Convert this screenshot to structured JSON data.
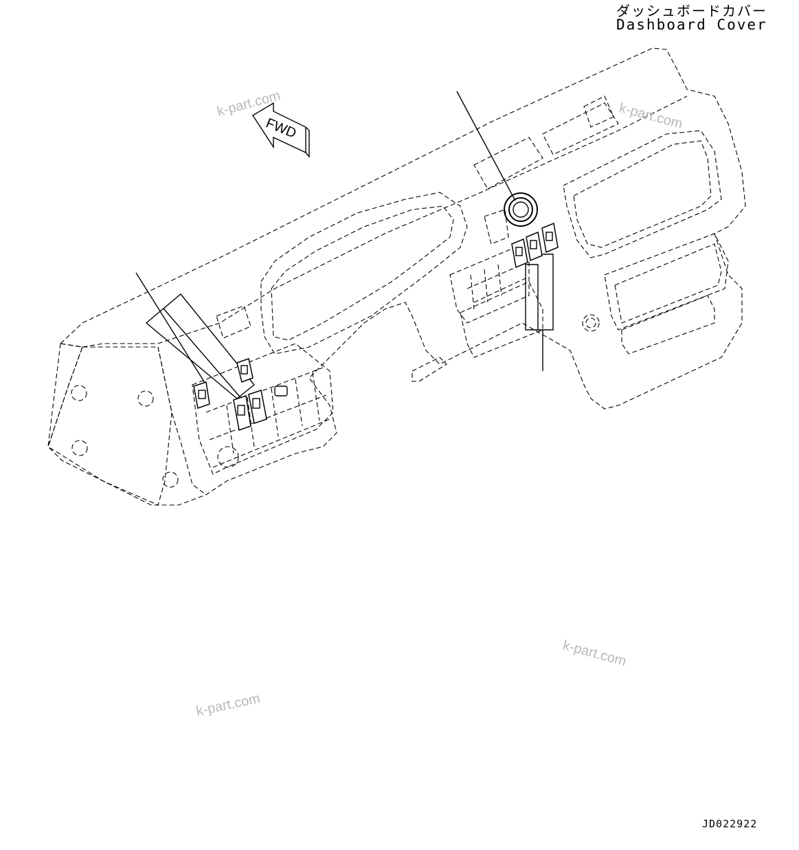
{
  "header": {
    "title_jp": "ダッシュボードカバー",
    "title_en": "Dashboard Cover"
  },
  "drawing_code": "JD022922",
  "fwd_arrow": {
    "label": "FWD"
  },
  "watermarks": [
    "k-part.com",
    "k-part.com",
    "k-part.com",
    "k-part.com"
  ]
}
